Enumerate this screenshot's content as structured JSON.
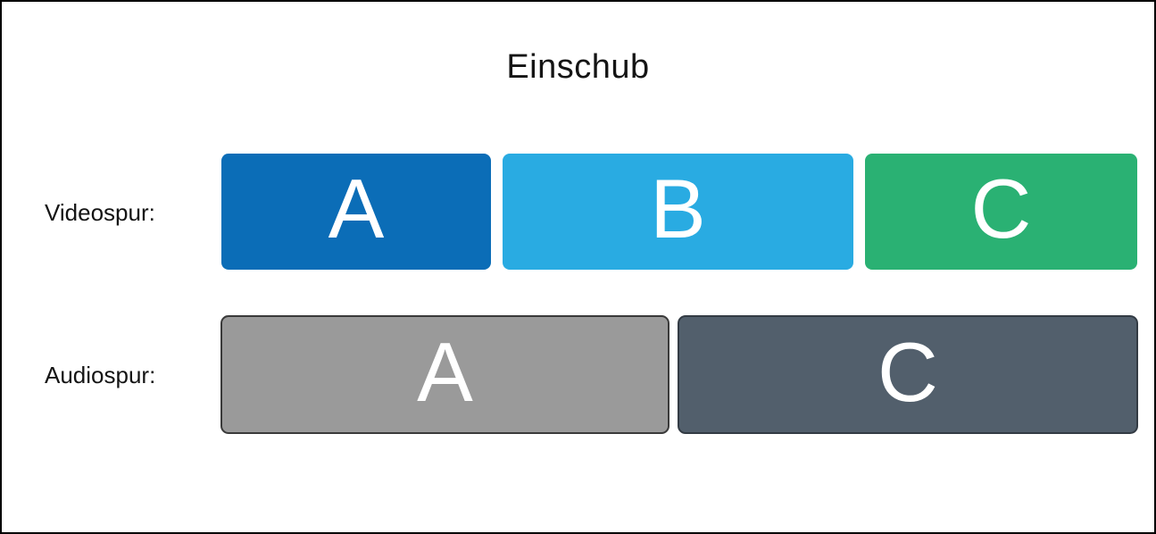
{
  "title": "Einschub",
  "canvas": {
    "background": "#FFFFFF",
    "border_color": "#000000",
    "label_text_color": "#141414",
    "block_text_color": "#FFFFFF"
  },
  "rows": [
    {
      "label": "Videospur:",
      "blocks": [
        {
          "label": "A",
          "color": "#0B6DB7"
        },
        {
          "label": "B",
          "color": "#29ABE2"
        },
        {
          "label": "C",
          "color": "#2AB173"
        }
      ]
    },
    {
      "label": "Audiospur:",
      "blocks": [
        {
          "label": "A",
          "color": "#9A9A9A",
          "border_color": "#3A3A3A"
        },
        {
          "label": "C",
          "color": "#525F6C",
          "border_color": "#333B44"
        }
      ]
    }
  ]
}
